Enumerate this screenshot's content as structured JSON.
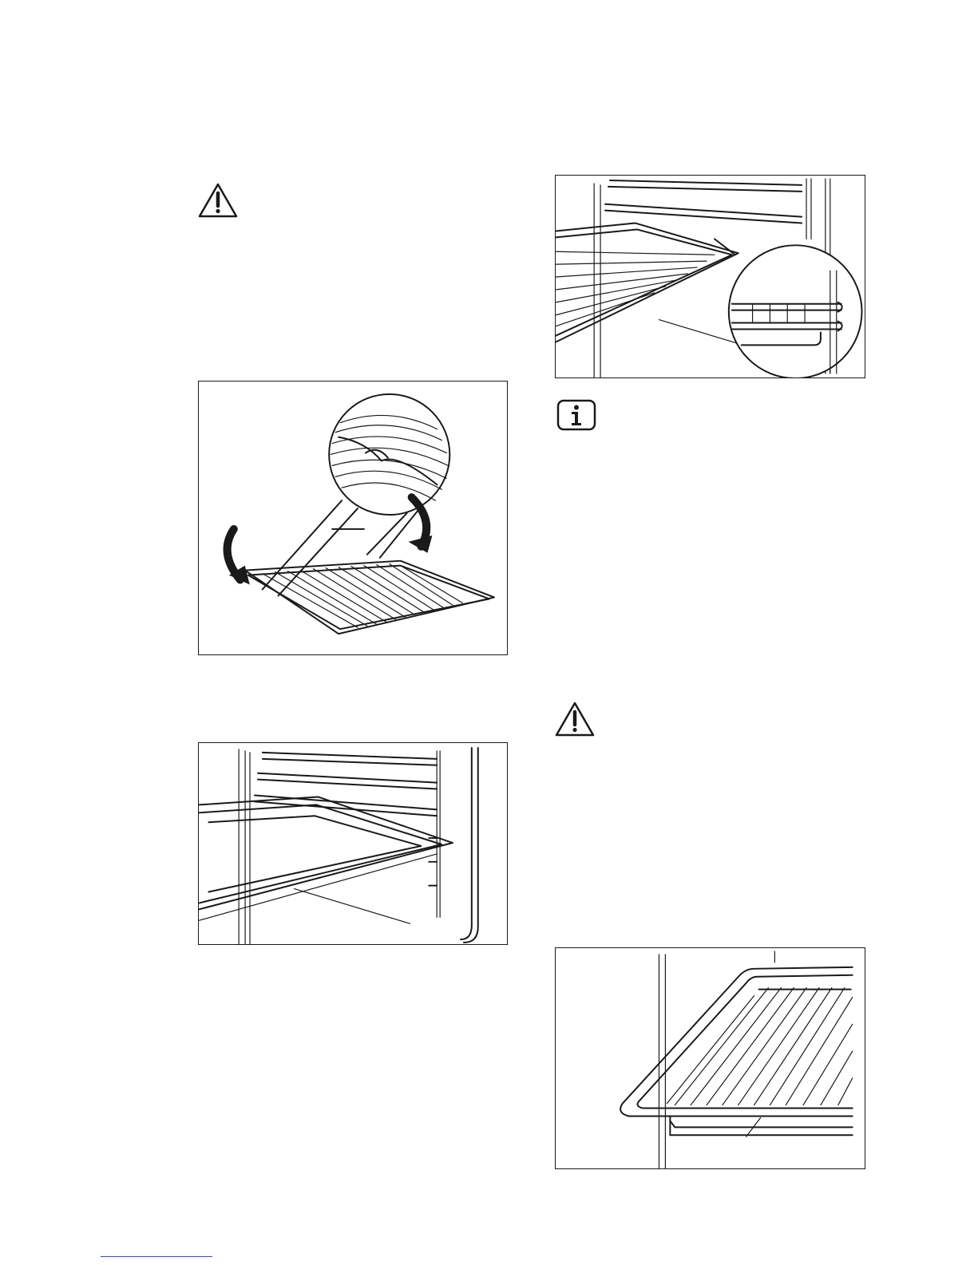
{
  "page": {
    "icons": {
      "warning_top": "warning-triangle-icon",
      "info": "information-icon",
      "warning_right": "warning-triangle-icon"
    },
    "colors": {
      "ink": "#1a1a1a",
      "footer_rule": "#2a4fd8"
    }
  },
  "figures": [
    {
      "id": "wire-shelf-fit-illustration"
    },
    {
      "id": "tray-insertion-illustration"
    },
    {
      "id": "shelf-on-runner-illustration"
    },
    {
      "id": "deep-pan-in-oven-illustration"
    }
  ]
}
